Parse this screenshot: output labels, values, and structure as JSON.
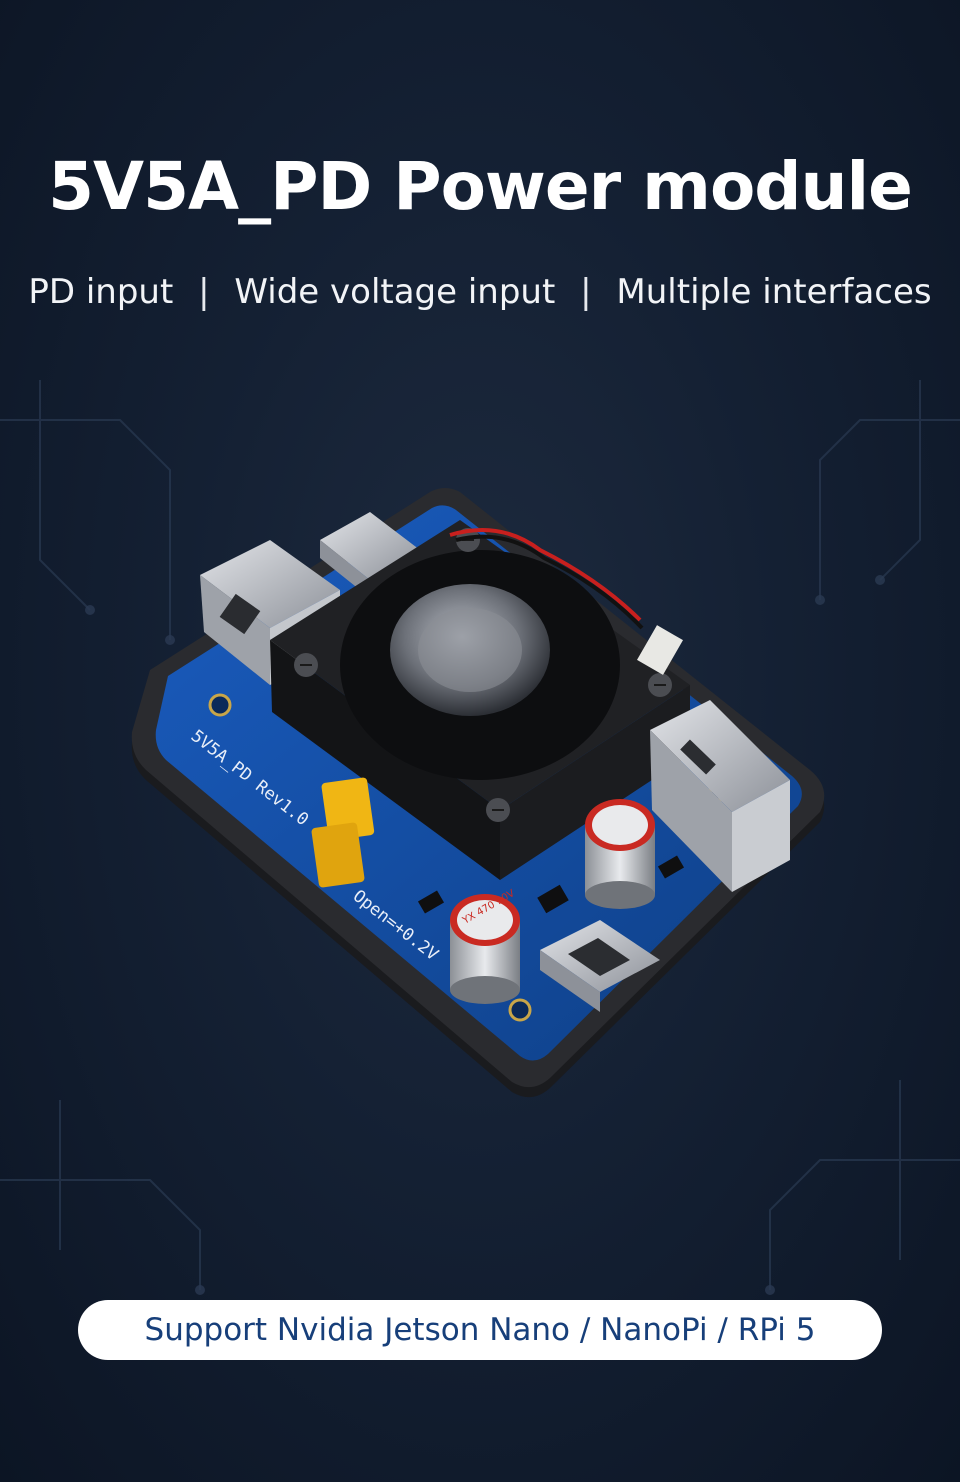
{
  "header": {
    "title": "5V5A_PD Power module",
    "features": [
      "PD input",
      "Wide voltage input",
      "Multiple interfaces"
    ],
    "separator": "|"
  },
  "product": {
    "silkscreen_model": "5V5A_PD Rev1.0",
    "silkscreen_jumper": "Open=+0.2V",
    "capacitor_label": "YX 470 10V"
  },
  "footer": {
    "support_text": "Support Nvidia Jetson Nano / NanoPi / RPi 5"
  },
  "colors": {
    "background": "#142033",
    "pcb": "#1450a8",
    "badge_text": "#173f7a"
  }
}
